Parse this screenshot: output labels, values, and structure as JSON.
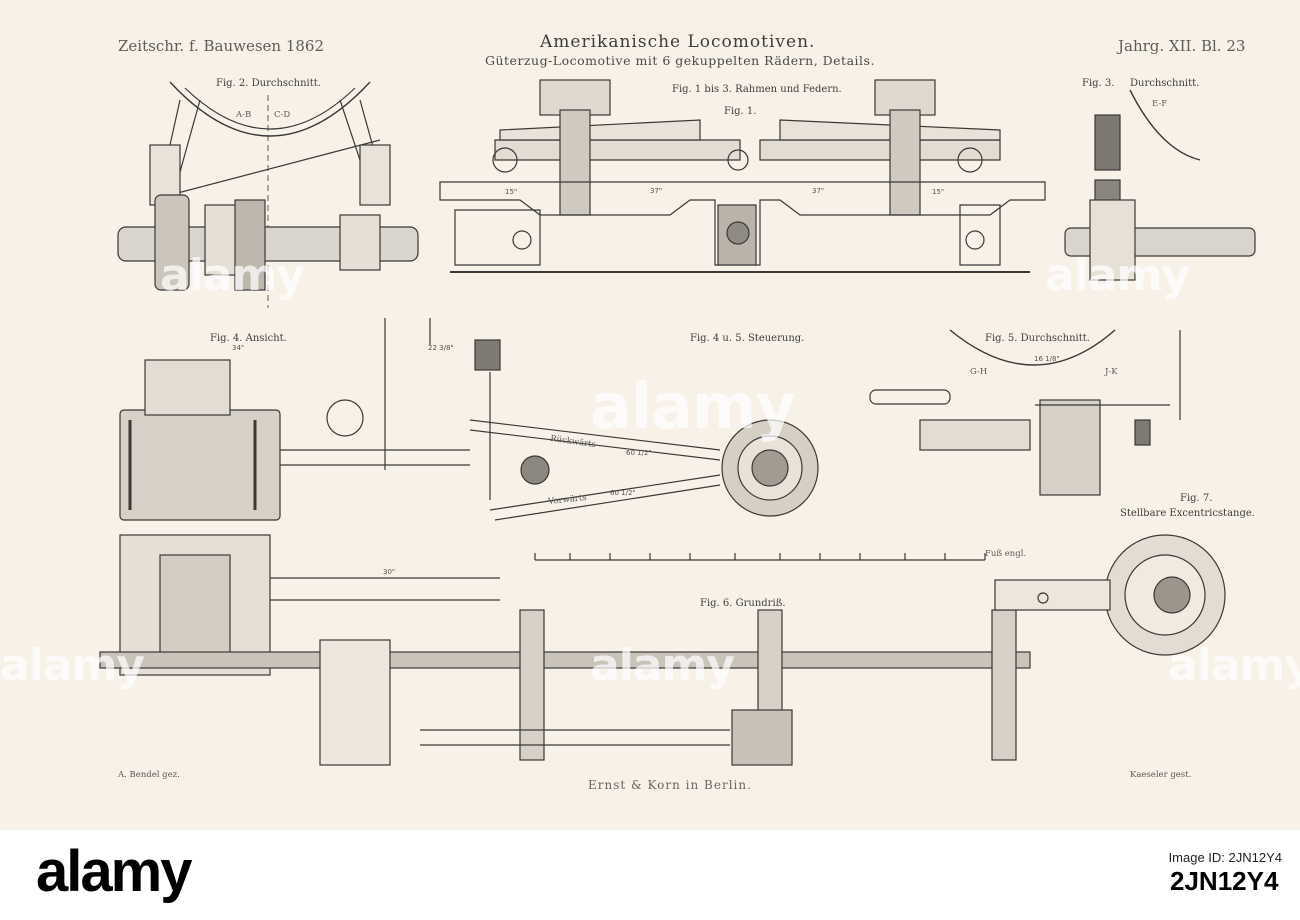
{
  "plate": {
    "header_left": "Zeitschr. f. Bauwesen 1862",
    "header_right": "Jahrg. XII. Bl. 23",
    "title": "Amerikanische Locomotiven.",
    "subtitle": "Güterzug-Locomotive mit 6 gekuppelten Rädern, Details.",
    "signature_left": "A. Bendel gez.",
    "signature_right": "Kaeseler gest.",
    "publisher": "Ernst & Korn in Berlin."
  },
  "figures": {
    "fig2": "Fig. 2. Durchschnitt.",
    "fig1_3": "Fig. 1 bis 3. Rahmen und Federn.",
    "fig1": "Fig. 1.",
    "fig3": "Fig. 3.",
    "fig3_section": "Durchschnitt.",
    "fig4": "Fig. 4. Ansicht.",
    "fig4_5": "Fig. 4 u. 5. Steuerung.",
    "fig5": "Fig. 5. Durchschnitt.",
    "fig6": "Fig. 6. Grundriß.",
    "fig7": "Fig. 7.",
    "fig7_caption": "Stellbare Excentricstange."
  },
  "labels": {
    "ab": "A-B",
    "cd": "C-D",
    "ef": "E-F",
    "gh": "G-H",
    "jk": "J-K",
    "rueckwaerts": "Rückwärts",
    "vorwaerts": "Vorwärts",
    "scale": "Fuß engl."
  },
  "dimensions": {
    "d1": "37\"",
    "d2": "37\"",
    "d3": "30\"",
    "d4": "34\"",
    "d5": "22 3/8\"",
    "d6": "60 1/2\"",
    "d7": "60 1/2\"",
    "d8": "15\"",
    "d9": "15\"",
    "d10": "16 1/8\""
  },
  "stock": {
    "watermark": "alamy",
    "id_label": "Image ID: 2JN12Y4",
    "id_value": "2JN12Y4"
  },
  "colors": {
    "paper": "#f7f1e8",
    "ink": "#3e3d3b",
    "footer": "#ffffff"
  }
}
